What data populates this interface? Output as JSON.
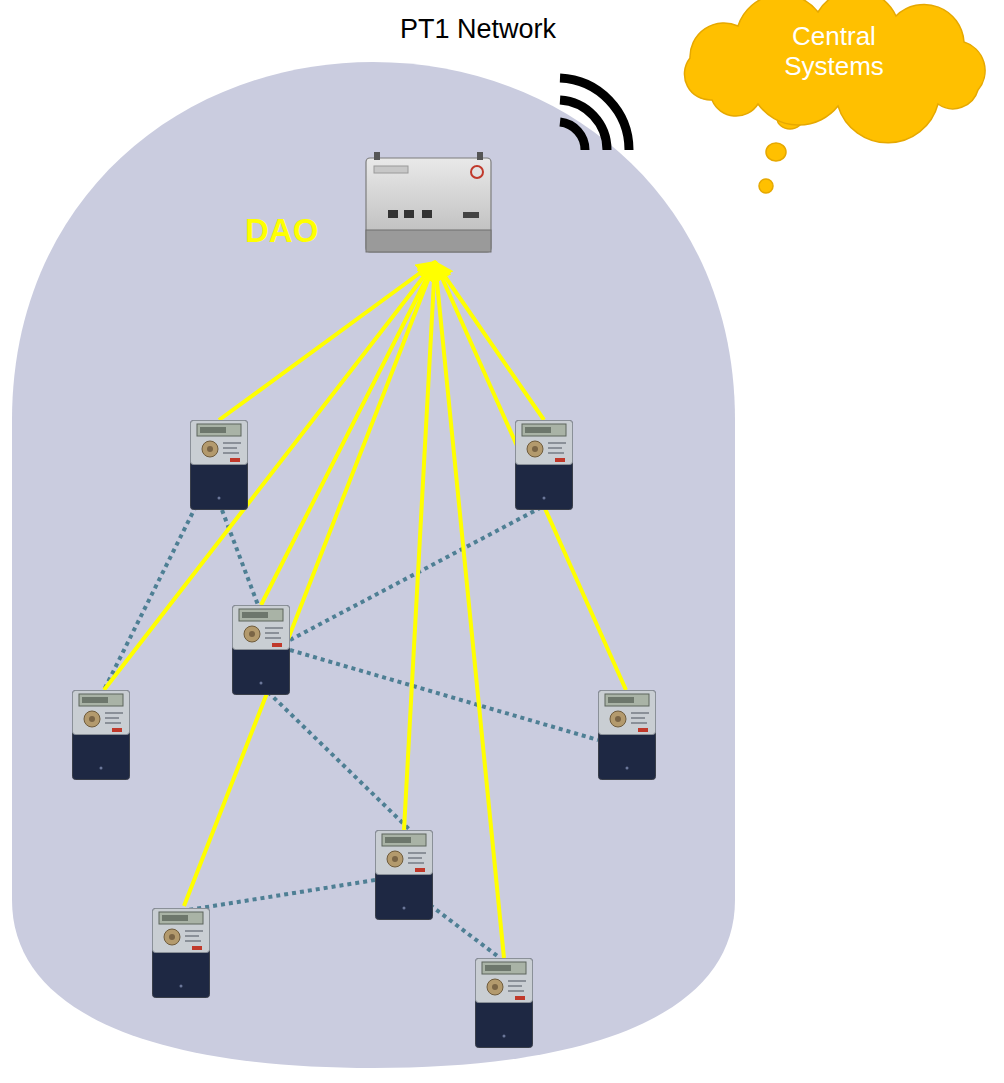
{
  "diagram": {
    "nodes": [
      {
        "text": [
          "DAO"
        ]
      },
      {
        "text": [
          "Central Systems"
        ]
      }
    ],
    "labels": [
      "PT1 Network"
    ]
  }
}
